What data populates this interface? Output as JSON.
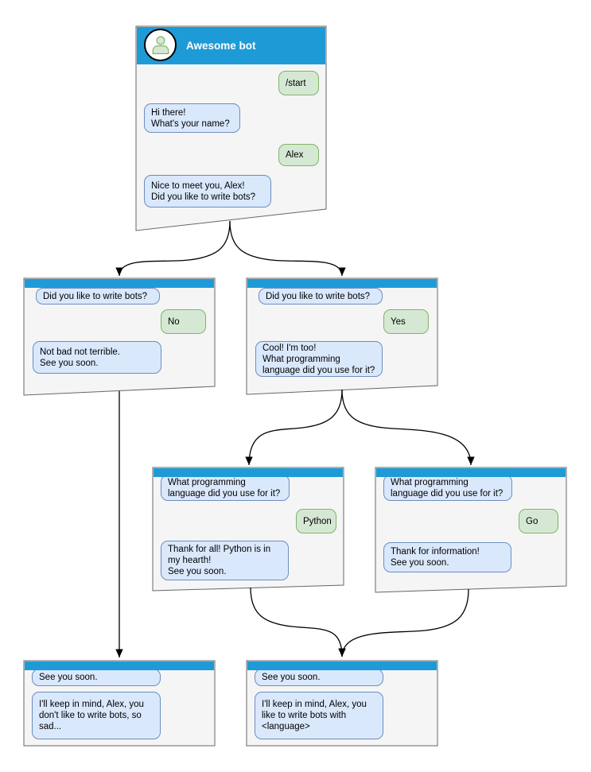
{
  "colors": {
    "titlebar_blue": "#1e9bd7",
    "window_fill": "#f5f5f5",
    "window_stroke": "#666666",
    "bot_bubble_fill": "#dae8fc",
    "bot_bubble_stroke": "#6c8ebf",
    "user_bubble_fill": "#d5e8d4",
    "user_bubble_stroke": "#82b366",
    "connector": "#000000"
  },
  "root_window": {
    "title": "Awesome bot",
    "messages": {
      "start_command": "/start",
      "greeting": "Hi there!\nWhat's your name?",
      "name_reply": "Alex",
      "nice_to_meet": "Nice to meet you, Alex!\nDid you like to write bots?"
    }
  },
  "branch_no": {
    "question": "Did you like to write bots?",
    "answer": "No",
    "response": "Not bad not terrible.\nSee you soon."
  },
  "branch_yes": {
    "question": "Did you like to write bots?",
    "answer": "Yes",
    "response": "Cool! I'm too!\nWhat programming\nlanguage did you use for it?"
  },
  "branch_python": {
    "question": "What programming\nlanguage did you use for it?",
    "answer": "Python",
    "response": "Thank for all! Python is in\nmy hearth!\nSee you soon."
  },
  "branch_go": {
    "question": "What programming\nlanguage did you use for it?",
    "answer": "Go",
    "response": "Thank for information!\nSee you soon."
  },
  "end_no": {
    "question": "See you soon.",
    "response": "I'll keep in mind, Alex, you\ndon't like to write bots, so\nsad..."
  },
  "end_yes": {
    "question": "See you soon.",
    "response": "I'll keep in mind, Alex, you\nlike to write bots with\n<language>"
  }
}
